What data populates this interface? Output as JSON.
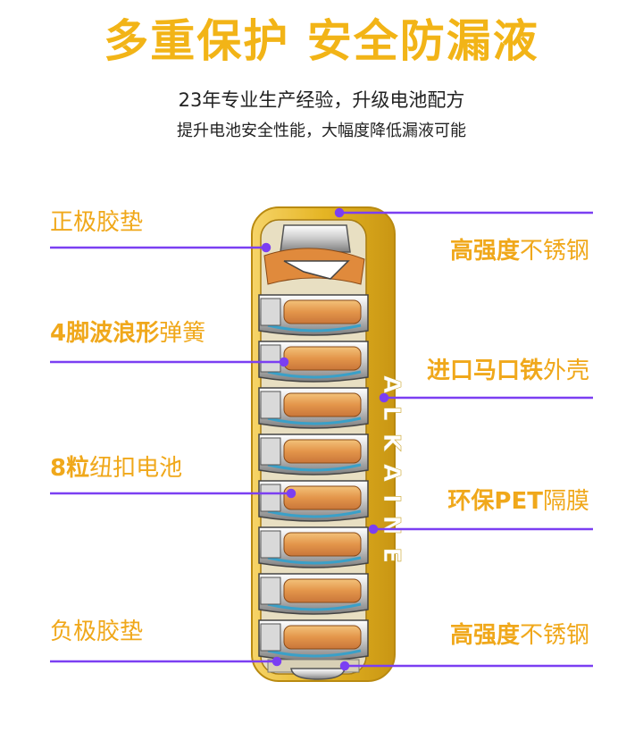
{
  "header": {
    "title": "多重保护 安全防漏液",
    "subtitle_1": "23年专业生产经验，升级电池配方",
    "subtitle_2": "提升电池安全性能，大幅度降低漏液可能"
  },
  "labels_left": [
    {
      "bold": "",
      "normal": "正极胶垫"
    },
    {
      "bold": "4脚波浪形",
      "normal": "弹簧"
    },
    {
      "bold": "8粒",
      "normal": "纽扣电池"
    },
    {
      "bold": "",
      "normal": "负极胶垫"
    }
  ],
  "labels_right": [
    {
      "bold": "高强度",
      "normal": "不锈钢"
    },
    {
      "bold": "进口马口铁",
      "normal": "外壳"
    },
    {
      "bold": "环保PET",
      "normal": "隔膜"
    },
    {
      "bold": "高强度",
      "normal": "不锈钢"
    }
  ],
  "shell_text": "ALKAINE",
  "colors": {
    "accent": "#f0a81b",
    "leader_line": "#7b3ff2",
    "battery_shell": "#e7bb2b",
    "cell_fill": "#e39b4b"
  }
}
